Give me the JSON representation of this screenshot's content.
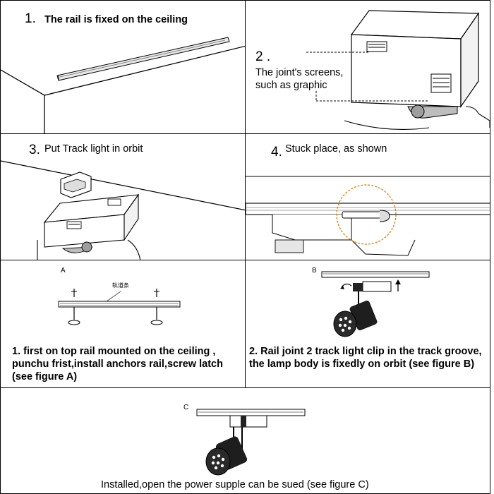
{
  "steps": {
    "s1": {
      "num": "1.",
      "label": "The rail is fixed on the ceiling"
    },
    "s2": {
      "num": "2 .",
      "label_line1": "The joint's screens,",
      "label_line2": "such as graphic"
    },
    "s3": {
      "num": "3.",
      "label": "Put Track light in orbit"
    },
    "s4": {
      "num": "4.",
      "label": "Stuck place, as shown"
    }
  },
  "figA": {
    "tag": "A",
    "rail_label": "轨道条",
    "text": "1. first on top rail mounted on the ceiling , punchu frist,install anchors rail,screw latch (see figure A)"
  },
  "figB": {
    "tag": "B",
    "text": "2. Rail joint 2 track light clip in the track groove, the lamp body is fixedly on orbit (see figure B)"
  },
  "figC": {
    "tag": "C",
    "text": "Installed,open the power supple can be sued (see figure C)"
  }
}
